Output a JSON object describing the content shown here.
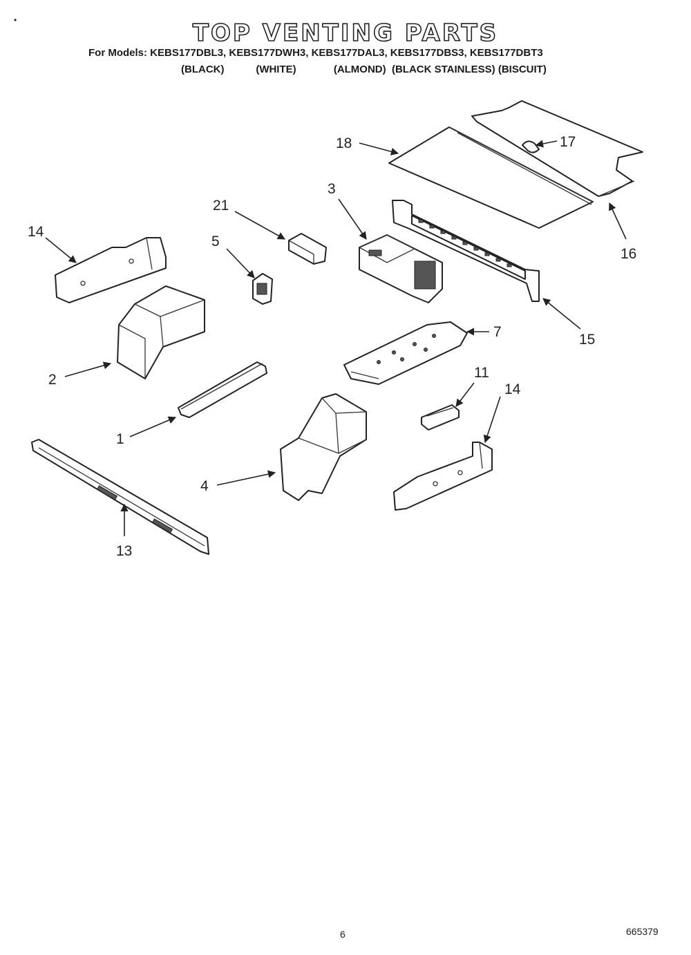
{
  "title": "TOP VENTING PARTS",
  "models_line": "For Models: KEBS177DBL3, KEBS177DWH3, KEBS177DAL3, KEBS177DBS3, KEBS177DBT3",
  "colors_line": "(BLACK)           (WHITE)             (ALMOND)  (BLACK STAINLESS) (BISCUIT)",
  "callouts": {
    "c18": "18",
    "c17": "17",
    "c16": "16",
    "c3": "3",
    "c21": "21",
    "c5": "5",
    "c14a": "14",
    "c15": "15",
    "c7": "7",
    "c2": "2",
    "c11": "11",
    "c14b": "14",
    "c1": "1",
    "c4": "4",
    "c13": "13"
  },
  "page_number": "6",
  "doc_number": "665379",
  "corner_mark": "•"
}
